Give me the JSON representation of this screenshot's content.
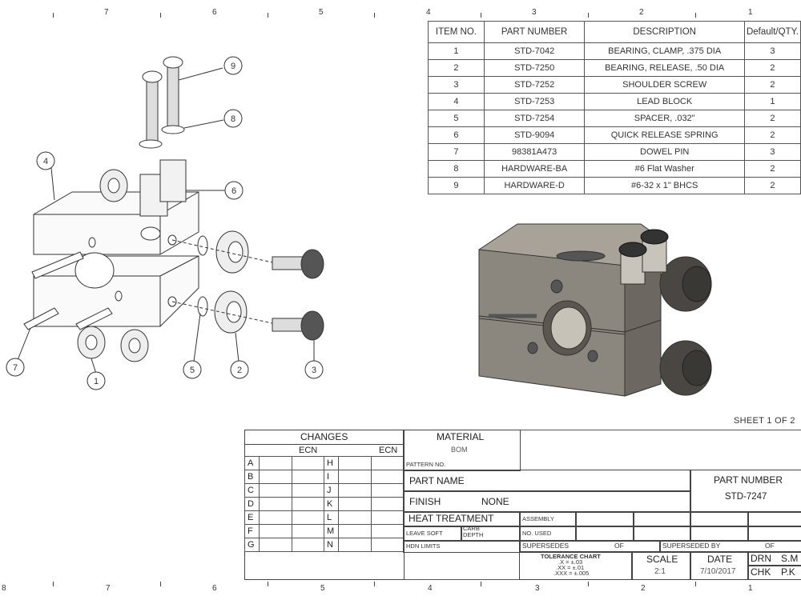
{
  "frame": {
    "zones_top": [
      "7",
      "6",
      "5",
      "4",
      "3",
      "2",
      "1"
    ],
    "zones_bottom": [
      "8",
      "7",
      "6",
      "5",
      "4",
      "3",
      "2",
      "1"
    ]
  },
  "bom": {
    "headers": [
      "ITEM NO.",
      "PART NUMBER",
      "DESCRIPTION",
      "Default/QTY."
    ],
    "rows": [
      [
        "1",
        "STD-7042",
        "BEARING, CLAMP, .375 DIA",
        "3"
      ],
      [
        "2",
        "STD-7250",
        "BEARING, RELEASE, .50 DIA",
        "2"
      ],
      [
        "3",
        "STD-7252",
        "SHOULDER SCREW",
        "2"
      ],
      [
        "4",
        "STD-7253",
        "LEAD BLOCK",
        "1"
      ],
      [
        "5",
        "STD-7254",
        "SPACER, .032\"",
        "2"
      ],
      [
        "6",
        "STD-9094",
        "QUICK RELEASE SPRING",
        "2"
      ],
      [
        "7",
        "98381A473",
        "DOWEL PIN",
        "3"
      ],
      [
        "8",
        "HARDWARE-BA",
        "#6 Flat Washer",
        "2"
      ],
      [
        "9",
        "HARDWARE-D",
        "#6-32 x 1\" BHCS",
        "2"
      ]
    ]
  },
  "balloons": [
    "1",
    "2",
    "3",
    "4",
    "5",
    "6",
    "7",
    "8",
    "9"
  ],
  "sheet": "SHEET 1 OF 2",
  "title_block": {
    "changes_title": "CHANGES",
    "ecn": "ECN",
    "changes_rows": [
      [
        "A",
        "H"
      ],
      [
        "B",
        "I"
      ],
      [
        "C",
        "J"
      ],
      [
        "D",
        "K"
      ],
      [
        "E",
        "L"
      ],
      [
        "F",
        "M"
      ],
      [
        "G",
        "N"
      ]
    ],
    "material_title": "MATERIAL",
    "material_value": "BOM",
    "pattern_no": "PATTERN NO.",
    "part_name": "PART NAME",
    "finish": "FINISH",
    "finish_value": "NONE",
    "heat_treatment": "HEAT TREATMENT",
    "assembly": "ASSEMBLY",
    "leave_soft": "LEAVE SOFT",
    "carb_depth": "CARB DEPTH",
    "no_used": "NO. USED",
    "hdn_limits": "HDN LIMITS",
    "supersedes": "SUPERSEDES",
    "of": "OF",
    "superseded_by": "SUPERSEDED BY",
    "part_number_title": "PART NUMBER",
    "part_number": "STD-7247",
    "tolerance_title": "TOLERANCE CHART",
    "tol1": ".X = ±.03",
    "tol2": ".XX = ±.01",
    "tol3": ".XXX = ±.005",
    "scale_title": "SCALE",
    "scale": "2:1",
    "date_title": "DATE",
    "date": "7/10/2017",
    "drn": "DRN",
    "drn_value": "S.M",
    "chk": "CHK",
    "chk_value": "P.K"
  }
}
